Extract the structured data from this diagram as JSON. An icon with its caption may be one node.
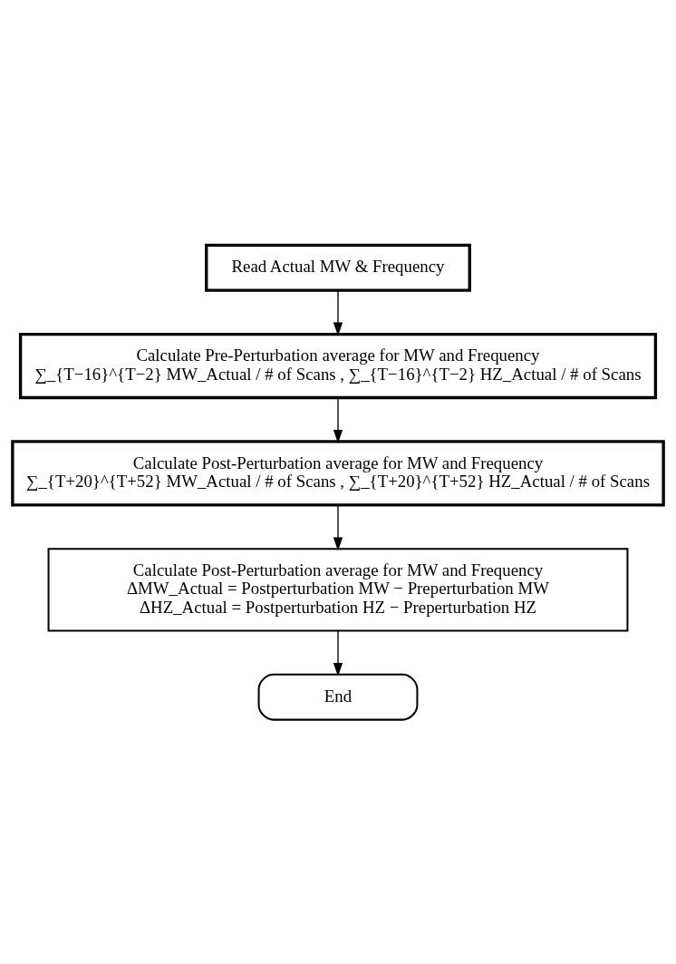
{
  "diagram": {
    "nodes": [
      {
        "text": [
          "Read Actual MW & Frequency"
        ]
      },
      {
        "text": [
          "Calculate Pre-Perturbation average for MW and Frequency",
          "∑_{T−16}^{T−2} MW_Actual / # of Scans , ∑_{T−16}^{T−2} HZ_Actual / # of Scans"
        ]
      },
      {
        "text": [
          "Calculate Post-Perturbation average for MW and Frequency",
          "∑_{T+20}^{T+52} MW_Actual / # of Scans , ∑_{T+20}^{T+52} HZ_Actual / # of Scans"
        ]
      },
      {
        "text": [
          "Calculate Post-Perturbation average for MW and Frequency",
          "ΔMW_Actual = Postperturbation MW − Preperturbation MW",
          "ΔHZ_Actual = Postperturbation HZ − Preperturbation HZ"
        ]
      },
      {
        "text": [
          "End"
        ]
      }
    ],
    "edges": [
      {
        "from": 0,
        "to": 1,
        "arrow": "to"
      },
      {
        "from": 1,
        "to": 2,
        "arrow": "to"
      },
      {
        "from": 2,
        "to": 3,
        "arrow": "to"
      },
      {
        "from": 3,
        "to": 4,
        "arrow": "to"
      }
    ]
  }
}
